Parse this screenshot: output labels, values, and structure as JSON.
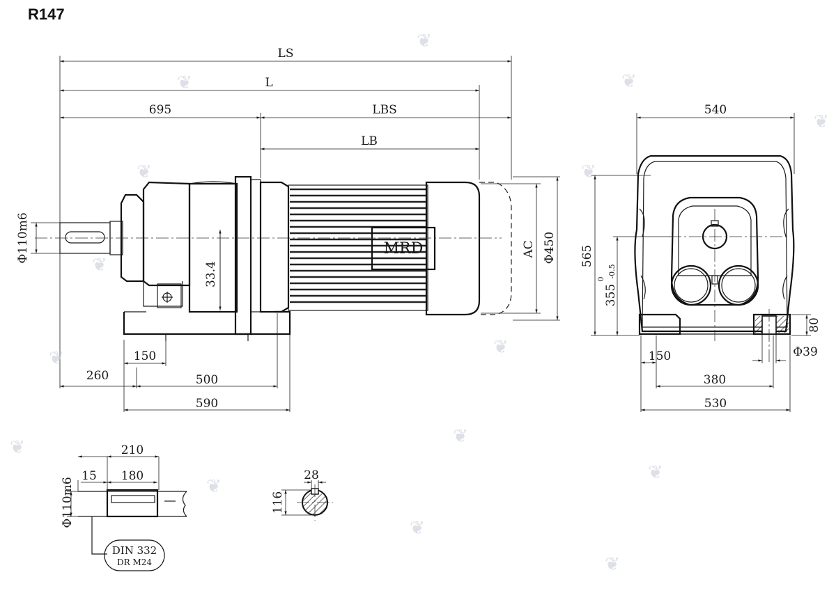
{
  "title": "R147",
  "brand_label": "MRD",
  "dimensions": {
    "ls": "LS",
    "l": "L",
    "lbs": "LBS",
    "lb": "LB",
    "d695": "695",
    "d540": "540",
    "d565": "565",
    "d355": "355",
    "d355_tol_upper": "0",
    "d355_tol_lower": "-0.5",
    "d80": "80",
    "d150_right": "150",
    "d39": "Φ39",
    "d380": "380",
    "d530": "530",
    "shaft_dia": "Φ110m6",
    "d33_4": "33.4",
    "ac": "AC",
    "d450": "Φ450",
    "d150_left": "150",
    "d260": "260",
    "d500": "500",
    "d590": "590",
    "d210": "210",
    "d15": "15",
    "d180": "180",
    "shaft_dia_detail": "Φ110m6",
    "d28": "28",
    "d116": "116"
  },
  "callout": {
    "line1": "DIN 332",
    "line2": "DR M24"
  },
  "watermark_icon": "leaf-logo-icon"
}
